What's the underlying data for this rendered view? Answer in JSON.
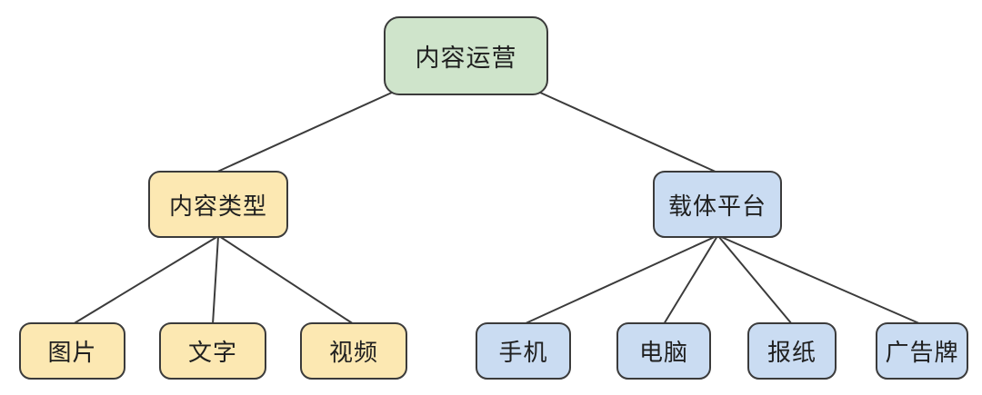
{
  "diagram": {
    "type": "tree",
    "levels": 3
  },
  "nodes": {
    "root": {
      "label": "内容运营",
      "fill": "#cfe4cb"
    },
    "content_type": {
      "label": "内容类型",
      "fill": "#fce8b2"
    },
    "platform": {
      "label": "载体平台",
      "fill": "#cadcf2"
    },
    "image": {
      "label": "图片",
      "fill": "#fce8b2"
    },
    "text": {
      "label": "文字",
      "fill": "#fce8b2"
    },
    "video": {
      "label": "视频",
      "fill": "#fce8b2"
    },
    "phone": {
      "label": "手机",
      "fill": "#cadcf2"
    },
    "computer": {
      "label": "电脑",
      "fill": "#cadcf2"
    },
    "newspaper": {
      "label": "报纸",
      "fill": "#cadcf2"
    },
    "billboard": {
      "label": "广告牌",
      "fill": "#cadcf2"
    }
  },
  "edges": [
    {
      "from": "内容运营",
      "to": "内容类型"
    },
    {
      "from": "内容运营",
      "to": "载体平台"
    },
    {
      "from": "内容类型",
      "to": "图片"
    },
    {
      "from": "内容类型",
      "to": "文字"
    },
    {
      "from": "内容类型",
      "to": "视频"
    },
    {
      "from": "载体平台",
      "to": "手机"
    },
    {
      "from": "载体平台",
      "to": "电脑"
    },
    {
      "from": "载体平台",
      "to": "报纸"
    },
    {
      "from": "载体平台",
      "to": "广告牌"
    }
  ],
  "colors": {
    "canvas": "#ffffff",
    "line": "#3b3b3b",
    "border": "#3b3b3b",
    "text": "#1f1f1f",
    "node_green": "#cfe4cb",
    "node_yellow": "#fce8b2",
    "node_blue": "#cadcf2"
  }
}
